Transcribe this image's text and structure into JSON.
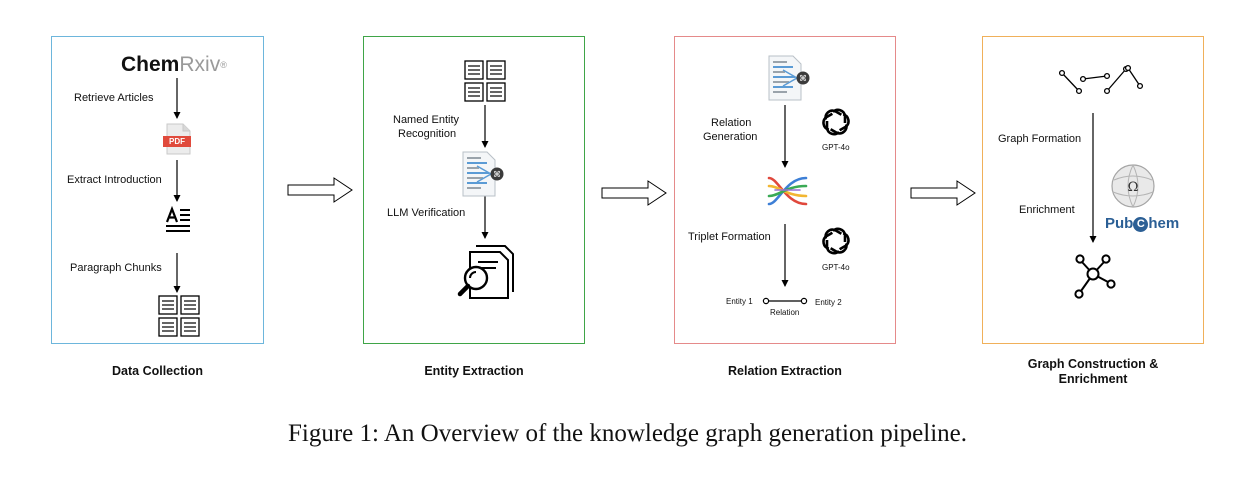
{
  "colors": {
    "data_collection": "#6db6dc",
    "entity_extraction": "#3fa548",
    "relation_extraction": "#e58a8a",
    "graph_construction": "#f0b05a",
    "pdf_red": "#e04a3c",
    "pubchem_blue": "#2b5f95"
  },
  "panels": {
    "data_collection": {
      "title": "Data Collection",
      "logo_bold": "Chem",
      "logo_light": "Rxiv",
      "logo_mark": "®",
      "pdf_label": "PDF",
      "steps": [
        "Retrieve Articles",
        "Extract Introduction",
        "Paragraph Chunks"
      ]
    },
    "entity_extraction": {
      "title": "Entity Extraction",
      "steps": [
        "Named Entity",
        "Recognition",
        "LLM Verification"
      ]
    },
    "relation_extraction": {
      "title": "Relation Extraction",
      "step_relation_1": "Relation",
      "step_relation_2": "Generation",
      "step_triplet": "Triplet Formation",
      "model_1": "GPT-4o",
      "model_2": "GPT-4o",
      "entity_1": "Entity 1",
      "entity_2": "Entity 2",
      "relation": "Relation"
    },
    "graph_construction": {
      "title_line_1": "Graph Construction &",
      "title_line_2": "Enrichment",
      "steps": [
        "Graph Formation",
        "Enrichment"
      ],
      "pubchem_left": "Pub",
      "pubchem_mid": "C",
      "pubchem_right": "hem"
    }
  },
  "icons": [
    "chemrxiv-logo",
    "pdf-icon",
    "text-format-icon",
    "document-grid-icon",
    "ai-document-icon",
    "document-search-icon",
    "openai-logo-icon",
    "dna-strand-icon",
    "graph-edges-icon",
    "wikipedia-globe-icon",
    "pubchem-logo",
    "network-graph-icon",
    "hollow-arrow-icon"
  ],
  "caption": "Figure 1: An Overview of the knowledge graph generation pipeline."
}
